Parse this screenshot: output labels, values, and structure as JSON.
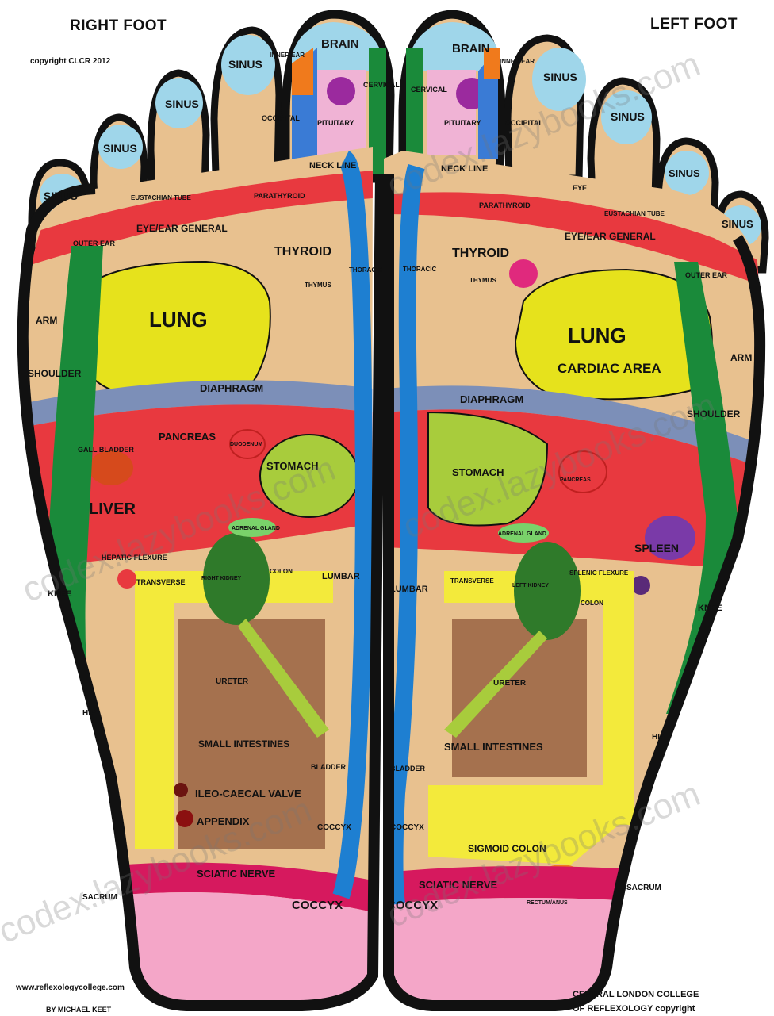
{
  "header": {
    "right_foot": "RIGHT FOOT",
    "left_foot": "LEFT FOOT",
    "copyright": "copyright CLCR 2012"
  },
  "footer": {
    "website": "www.reflexologycollege.com",
    "author": "BY MICHAEL KEET",
    "college_line1": "CENTRAL LONDON COLLEGE",
    "college_line2": "OF REFLEXOLOGY copyright"
  },
  "watermark": "codex.lazybooks.com",
  "right_labels": {
    "brain": "BRAIN",
    "inner_ear": "INNER EAR",
    "cervical": "CERVICAL",
    "occipital": "OCCIPITAL",
    "pituitary": "PITUITARY",
    "sinus": "SINUS",
    "neck_line": "NECK LINE",
    "eustachian": "EUSTACHIAN TUBE",
    "parathyroid": "PARATHYROID",
    "outer_ear": "OUTER EAR",
    "eye_ear": "EYE/EAR GENERAL",
    "thyroid": "THYROID",
    "thymus": "THYMUS",
    "thoracic": "THORACIC",
    "arm": "ARM",
    "lung": "LUNG",
    "shoulder": "SHOULDER",
    "diaphragm": "DIAPHRAGM",
    "pancreas": "PANCREAS",
    "duodenum": "DUODENUM",
    "gall_bladder": "GALL BLADDER",
    "stomach": "STOMACH",
    "liver": "LIVER",
    "adrenal": "ADRENAL GLAND",
    "hepatic": "HEPATIC FLEXURE",
    "right_kidney": "RIGHT KIDNEY",
    "colon": "COLON",
    "lumbar": "LUMBAR",
    "transverse": "TRANSVERSE",
    "knee": "KNEE",
    "ureter": "URETER",
    "hip": "HIP",
    "small_intestines": "SMALL INTESTINES",
    "bladder": "BLADDER",
    "ileo": "ILEO-CAECAL VALVE",
    "appendix": "APPENDIX",
    "coccyx_small": "COCCYX",
    "sciatic": "SCIATIC NERVE",
    "sacrum": "SACRUM",
    "coccyx": "COCCYX"
  },
  "left_labels": {
    "brain": "BRAIN",
    "inner_ear": "INNER EAR",
    "cervical": "CERVICAL",
    "pituitary": "PITUITARY",
    "occipital": "OCCIPITAL",
    "sinus": "SINUS",
    "neck_line": "NECK LINE",
    "eye": "EYE",
    "parathyroid": "PARATHYROID",
    "eustachian": "EUSTACHIAN TUBE",
    "eye_ear": "EYE/EAR GENERAL",
    "thyroid": "THYROID",
    "thoracic": "THORACIC",
    "thymus": "THYMUS",
    "outer_ear": "OUTER EAR",
    "lung": "LUNG",
    "cardiac": "CARDIAC AREA",
    "arm": "ARM",
    "diaphragm": "DIAPHRAGM",
    "shoulder": "SHOULDER",
    "stomach": "STOMACH",
    "pancreas": "PANCREAS",
    "adrenal": "ADRENAL GLAND",
    "spleen": "SPLEEN",
    "splenic": "SPLENIC FLEXURE",
    "lumbar": "LUMBAR",
    "transverse": "TRANSVERSE",
    "left_kidney": "LEFT KIDNEY",
    "colon": "COLON",
    "knee": "KNEE",
    "ureter": "URETER",
    "hip": "HIP",
    "small_intestines": "SMALL INTESTINES",
    "bladder": "BLADDER",
    "coccyx_small": "COCCYX",
    "sigmoid": "SIGMOID COLON",
    "sciatic": "SCIATIC NERVE",
    "sacrum": "SACRUM",
    "rectum": "RECTUM/ANUS",
    "coccyx": "COCCYX"
  },
  "colors": {
    "outline": "#111111",
    "heel": "#f4a6c8",
    "sciatic": "#d6195e",
    "body": "#e8c18f",
    "red_zone": "#e8393f",
    "lung": "#e6e21c",
    "diaphragm": "#7c8fb8",
    "spine": "#1e7fd1",
    "green": "#1a8a3a",
    "colon": "#f3ea3b",
    "intestines": "#a5714e",
    "kidney": "#2f7a2a",
    "stomach": "#a8cc3c",
    "toe": "#9fd6ea",
    "brain": "#3a7bd5",
    "pituitary": "#f0b3d5",
    "thymus": "#e0297d",
    "spleen": "#7a3aa8",
    "orange": "#f07a1c"
  }
}
